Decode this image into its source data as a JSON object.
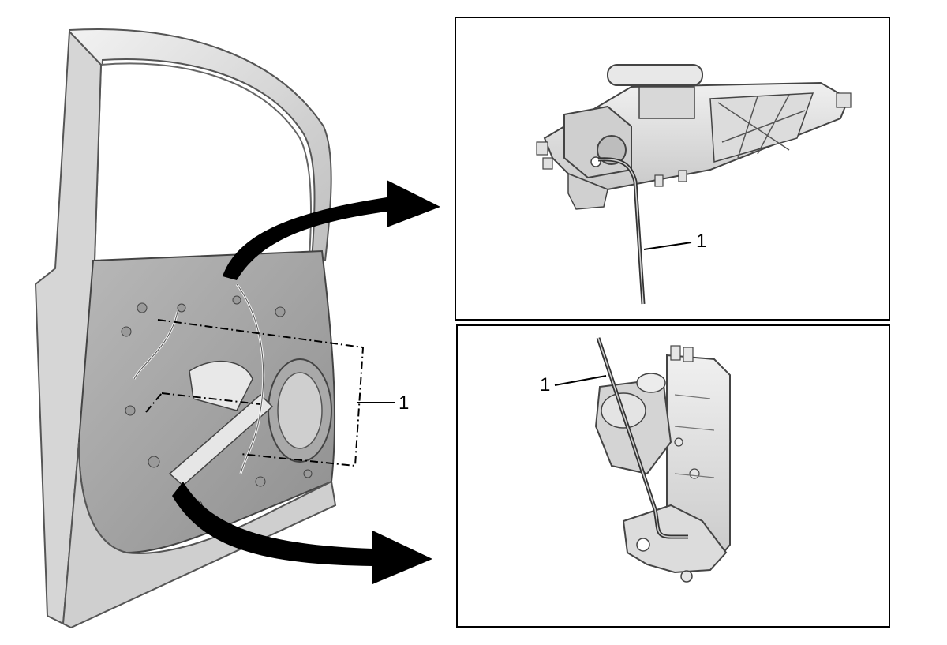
{
  "figure": {
    "callouts": {
      "door_overview": "1",
      "handle_detail": "1",
      "latch_detail": "1"
    }
  },
  "colors": {
    "background": "#ffffff",
    "line": "#000000",
    "metal_light": "#e4e4e4",
    "metal_mid": "#c4c4c4",
    "metal_dark": "#8a8a8a",
    "arrow": "#000000"
  },
  "icons": {
    "upper_arrow": "curved-arrow-right-icon",
    "lower_arrow": "curved-arrow-right-icon"
  }
}
